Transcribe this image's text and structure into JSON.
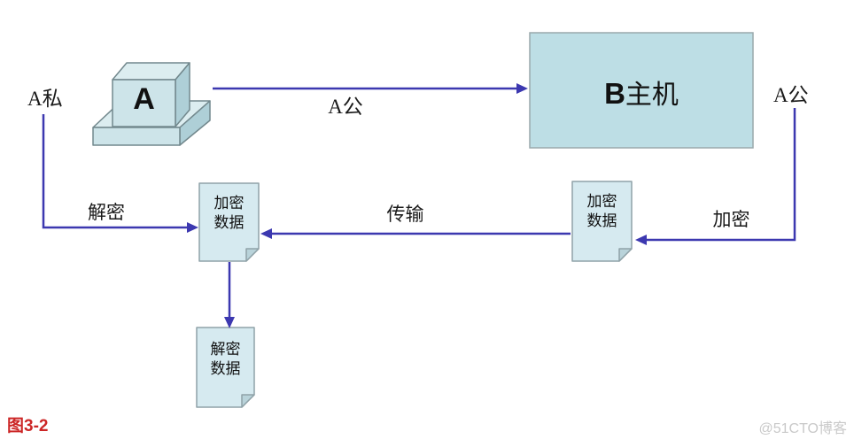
{
  "diagram": {
    "labels": {
      "a_private": "A私",
      "a_public_arrow": "A公",
      "a_public_right": "A公",
      "decrypt": "解密",
      "transfer": "传输",
      "encrypt": "加密"
    },
    "nodes": {
      "machine_a": {
        "label": "A"
      },
      "host_b": {
        "bold": "B",
        "rest": "主机"
      },
      "doc_encrypted_left": {
        "line1": "加密",
        "line2": "数据"
      },
      "doc_encrypted_right": {
        "line1": "加密",
        "line2": "数据"
      },
      "doc_decrypted": {
        "line1": "解密",
        "line2": "数据"
      }
    },
    "caption": "图3-2",
    "watermark": "@51CTO博客",
    "colors": {
      "line": "#3c38b0",
      "host_fill": "#bddee5",
      "machine_fill": "#cde4e9",
      "doc_fill": "#d6eaf0",
      "caption": "#cc2626",
      "watermark": "#c9c9c9"
    }
  }
}
